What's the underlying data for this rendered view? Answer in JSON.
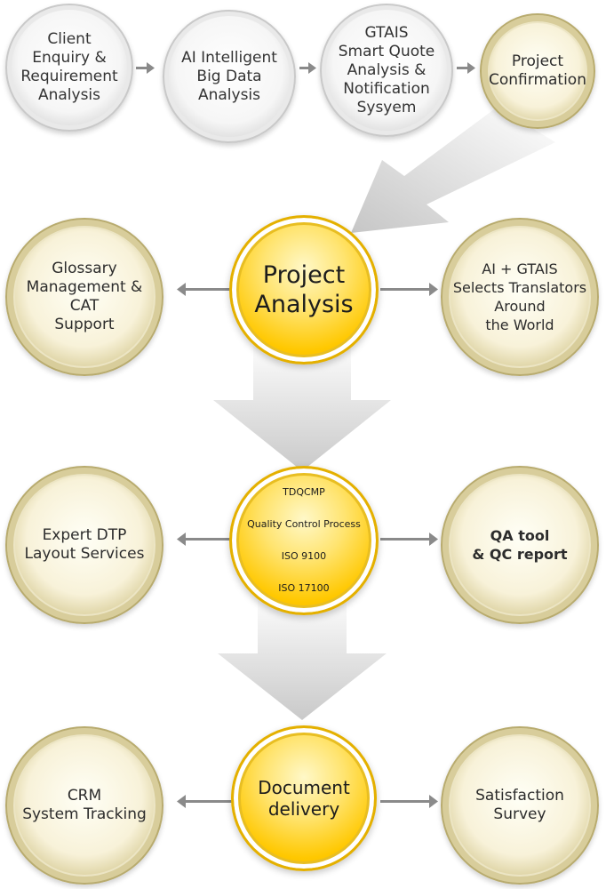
{
  "top_row": [
    {
      "label": "Client\nEnquiry &\nRequirement\nAnalysis"
    },
    {
      "label": "AI Intelligent\nBig Data\nAnalysis"
    },
    {
      "label": "GTAIS\nSmart Quote\nAnalysis &\nNotification\nSysyem"
    },
    {
      "label": "Project\nConfirmation"
    }
  ],
  "project_analysis": {
    "label": "Project\nAnalysis"
  },
  "glossary": {
    "label": "Glossary\nManagement &\nCAT\nSupport"
  },
  "ai_gtais": {
    "label": "AI + GTAIS\nSelects Translators\nAround\nthe World"
  },
  "quality_control": {
    "lines": [
      "TDQCMP",
      "Quality Control Process",
      "ISO 9100",
      "ISO 17100"
    ]
  },
  "expert_dtp": {
    "label": "Expert DTP\nLayout Services"
  },
  "qa_tool": {
    "label": "QA tool\n& QC report"
  },
  "document_delivery": {
    "label": "Document\ndelivery"
  },
  "crm": {
    "label": "CRM\nSystem Tracking"
  },
  "satisfaction": {
    "label": "Satisfaction\nSurvey"
  },
  "colors": {
    "gold": "#ffc800",
    "olive": "#dacf9c",
    "gray": "#dcdcdc",
    "arrow": "#888888"
  }
}
